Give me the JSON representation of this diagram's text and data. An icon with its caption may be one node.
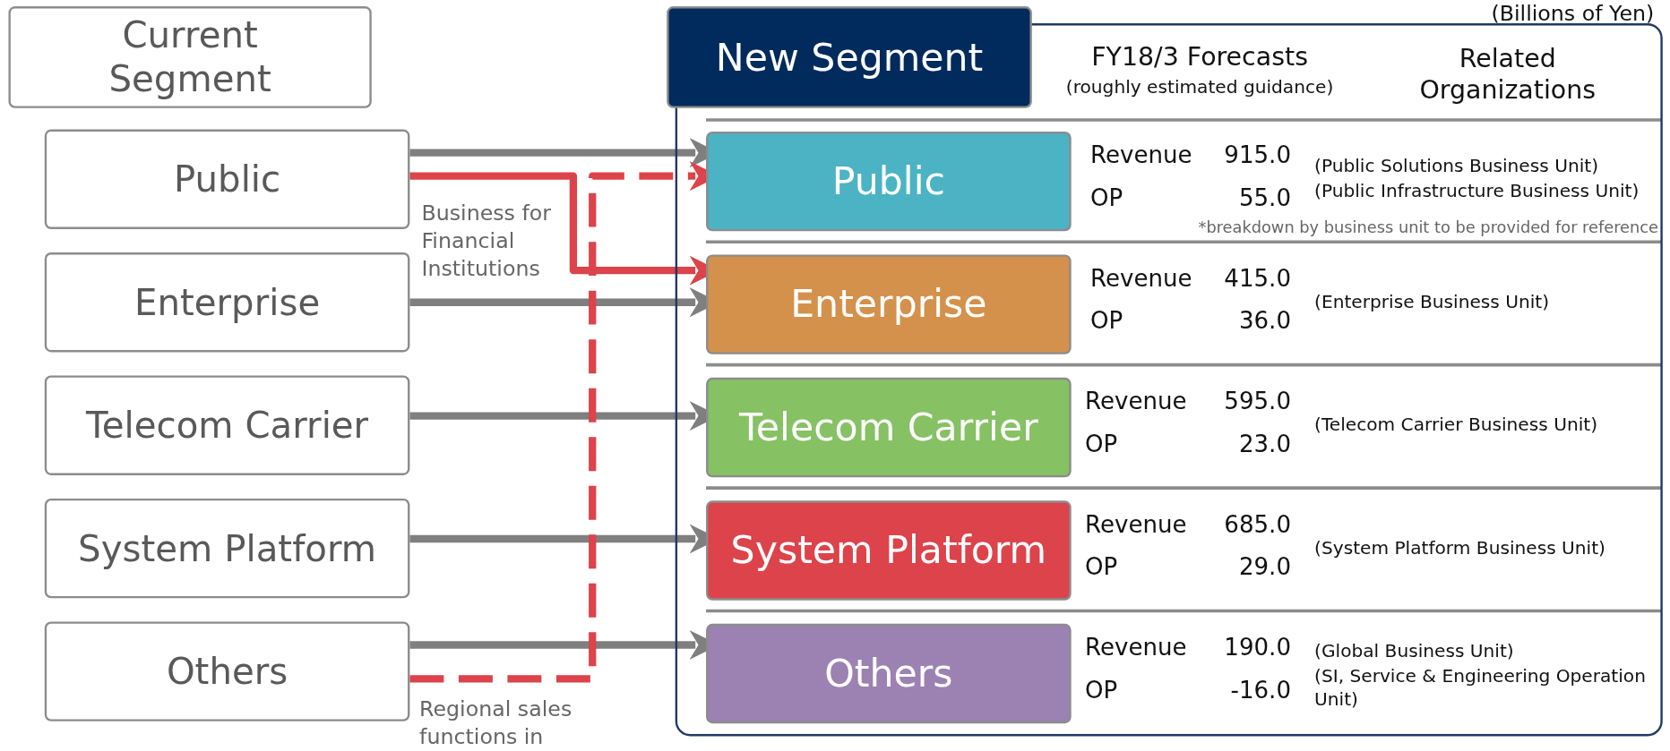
{
  "diagram": {
    "nodes": [
      {
        "text": [
          "Current Segment"
        ]
      },
      {
        "text": [
          "Public"
        ]
      },
      {
        "text": [
          "Enterprise"
        ]
      },
      {
        "text": [
          "Telecom Carrier"
        ]
      },
      {
        "text": [
          "System Platform"
        ]
      },
      {
        "text": [
          "Others"
        ]
      },
      {
        "text": [
          "New Segment"
        ]
      },
      {
        "text": [
          "Public"
        ],
        "in": 6,
        "beside": [
          "Revenue",
          "915.0",
          "OP",
          "55.0",
          "(Public Solutions Business Unit)",
          "(Public Infrastructure Business Unit)"
        ]
      },
      {
        "text": [
          "Enterprise"
        ],
        "in": 6,
        "beside": [
          "Revenue",
          "415.0",
          "OP",
          "36.0",
          "(Enterprise Business Unit)"
        ]
      },
      {
        "text": [
          "Telecom Carrier"
        ],
        "in": 6,
        "beside": [
          "Revenue",
          "595.0",
          "OP",
          "23.0",
          "(Telecom Carrier Business Unit)"
        ]
      },
      {
        "text": [
          "System Platform"
        ],
        "in": 6,
        "beside": [
          "Revenue",
          "685.0",
          "OP",
          "29.0",
          "(System Platform Business Unit)"
        ]
      },
      {
        "text": [
          "Others"
        ],
        "in": 6,
        "beside": [
          "Revenue",
          "190.0",
          "OP",
          "-16.0",
          "(Global Business Unit)",
          "(SI, Service & Engineering Operation Unit)"
        ]
      }
    ],
    "edges": [
      {
        "from": 1,
        "to": 7,
        "arrow": "to"
      },
      {
        "from": 1,
        "to": 8,
        "arrow": "to",
        "label": "Business for Financial Institutions",
        "color": "#dc434b"
      },
      {
        "from": 2,
        "to": 8,
        "arrow": "to"
      },
      {
        "from": 3,
        "to": 9,
        "arrow": "to"
      },
      {
        "from": 4,
        "to": 10,
        "arrow": "to"
      },
      {
        "from": 5,
        "to": 11,
        "arrow": "to"
      },
      {
        "from": 5,
        "to": 7,
        "arrow": "to",
        "label": "Regional sales functions in Japan",
        "style": "dashed",
        "color": "#dc434b"
      }
    ],
    "labels": [
      "(Billions of Yen)",
      "FY18/3 Forecasts",
      "(roughly estimated guidance)",
      "Related Organizations",
      "*breakdown by business unit to be provided for reference"
    ]
  }
}
